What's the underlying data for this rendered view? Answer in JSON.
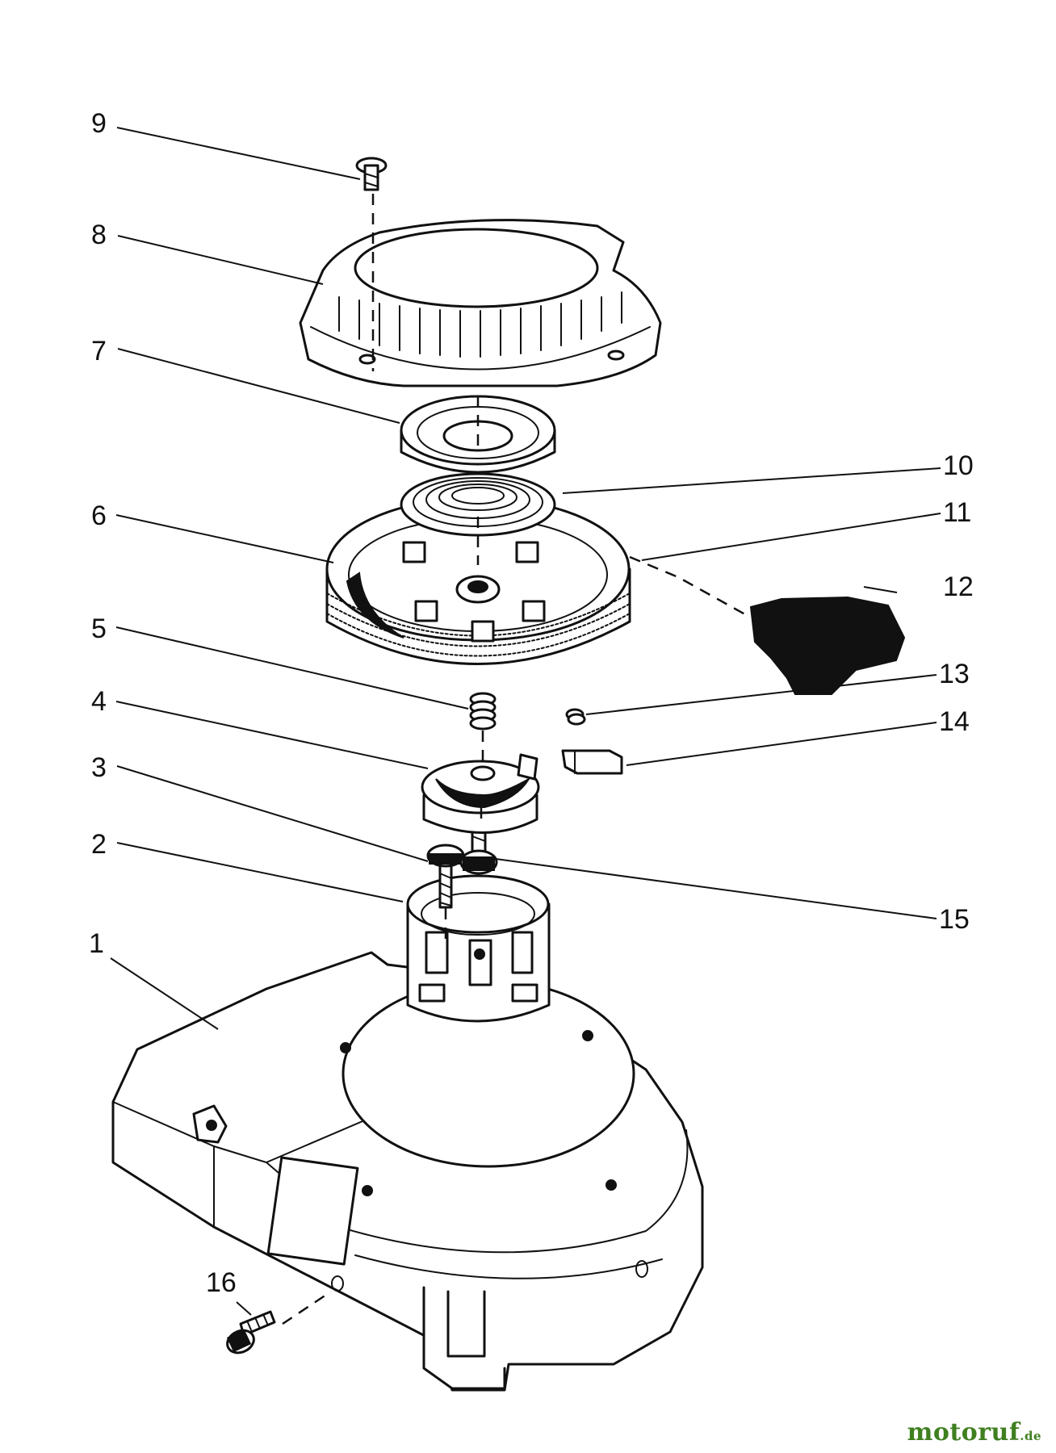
{
  "diagram": {
    "callouts": [
      "1",
      "2",
      "3",
      "4",
      "5",
      "6",
      "7",
      "8",
      "9",
      "10",
      "11",
      "12",
      "13",
      "14",
      "15",
      "16"
    ]
  },
  "watermark": {
    "text": "motoruf",
    "suffix": ".de",
    "color": "#3f7f20"
  }
}
